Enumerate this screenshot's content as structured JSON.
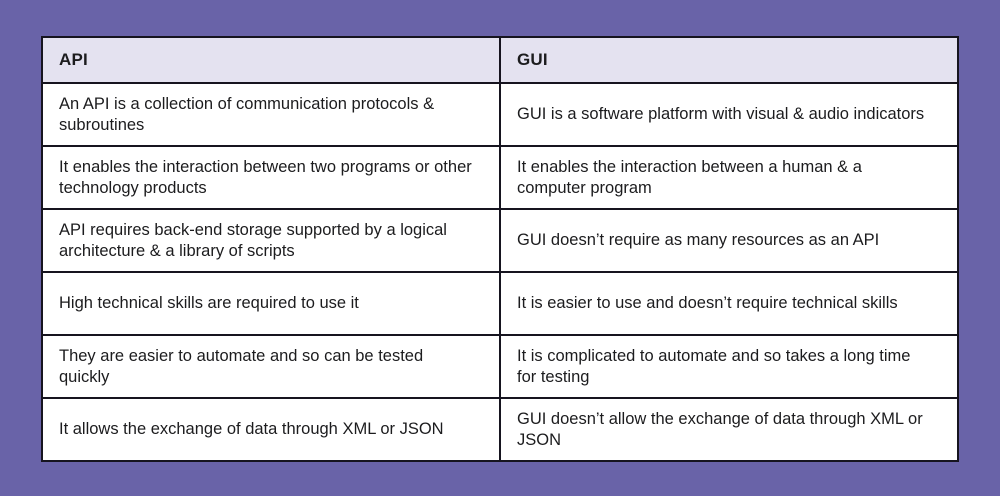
{
  "colors": {
    "page_background": "#6963a8",
    "header_background": "#e4e2f0",
    "cell_background": "#ffffff",
    "border": "#16141f",
    "text": "#1c1c1e"
  },
  "chart_data": {
    "type": "table",
    "columns": [
      "API",
      "GUI"
    ],
    "rows": [
      [
        "An API is a collection of communication protocols & subroutines",
        "GUI is a software platform with visual & audio indicators"
      ],
      [
        "It enables the interaction between two programs or other technology products",
        "It enables the interaction between a human & a computer program"
      ],
      [
        "API requires back-end storage supported by a logical architecture & a library of scripts",
        "GUI doesn’t require as many resources as an API"
      ],
      [
        "High technical skills are required to use it",
        "It is easier to use and doesn’t require technical skills"
      ],
      [
        "They are easier to automate and so can be tested quickly",
        "It is complicated to automate and so takes a long time for testing"
      ],
      [
        "It allows the exchange of data through XML or JSON",
        "GUI doesn’t allow the exchange of data through XML or JSON"
      ]
    ]
  }
}
